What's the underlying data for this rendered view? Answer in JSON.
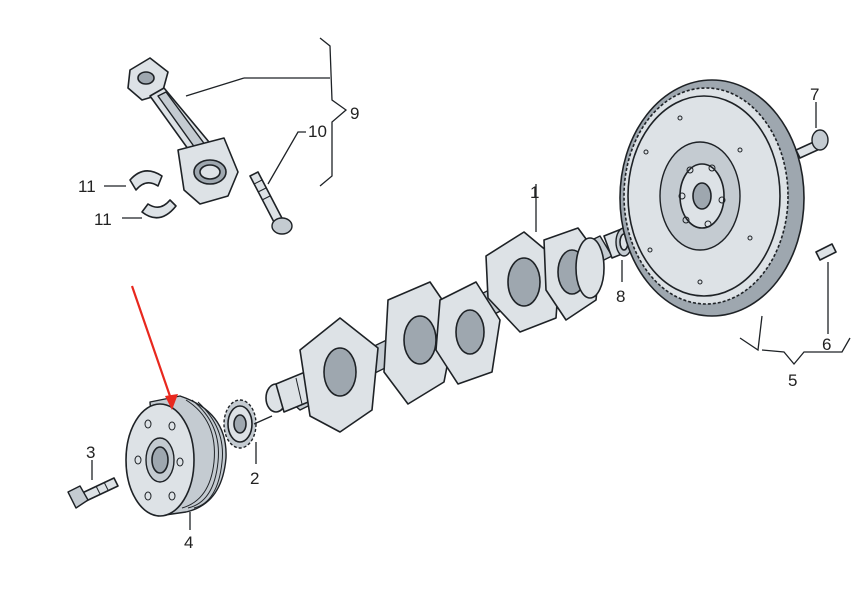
{
  "labels": {
    "p1": "1",
    "p2": "2",
    "p3": "3",
    "p4": "4",
    "p5": "5",
    "p6": "6",
    "p7": "7",
    "p8": "8",
    "p9": "9",
    "p10": "10",
    "p11a": "11",
    "p11b": "11"
  },
  "colors": {
    "highlight_arrow": "#e8281e",
    "part_fill": "#dde2e6",
    "outline": "#1e2226"
  }
}
